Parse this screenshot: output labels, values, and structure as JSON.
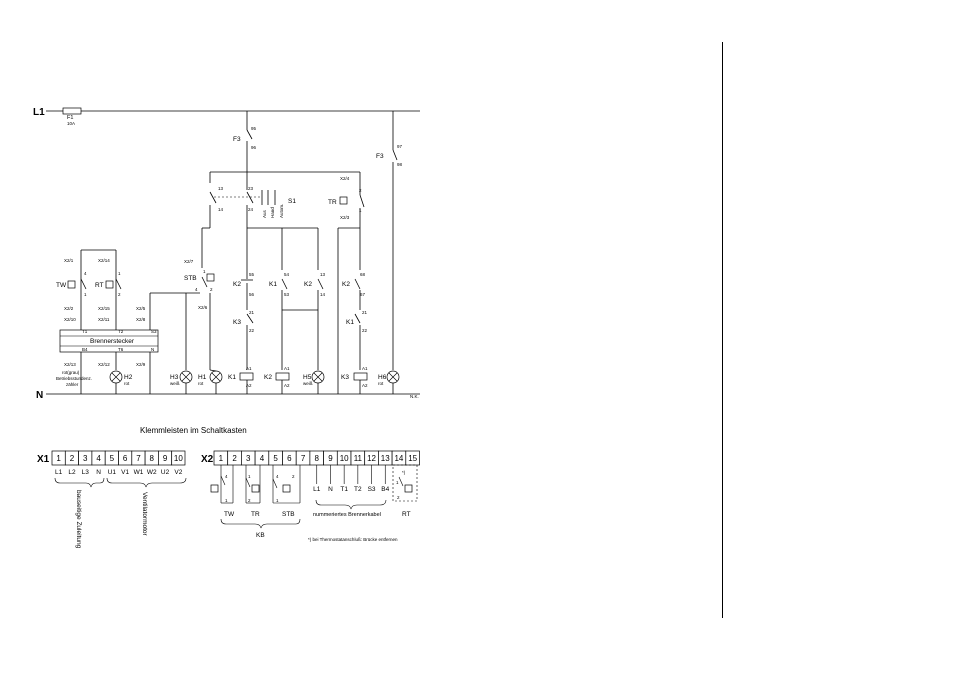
{
  "rails": {
    "l1": "L1",
    "n": "N"
  },
  "fuse": {
    "name": "F1",
    "rating": "10A"
  },
  "contacts": {
    "f3": {
      "name": "F3",
      "t1": "95",
      "t2": "96"
    },
    "f3b": {
      "name": "F3",
      "t1": "97",
      "t2": "98"
    },
    "k_13": "13",
    "k_14": "14",
    "k_23": "23",
    "k_24": "24",
    "s1": "S1",
    "s1_a": "Aus",
    "s1_b": "Hand",
    "s1_c": "Autom.",
    "x2_4": "X2/4",
    "x2_3": "X2/3",
    "tr": "TR",
    "tr_2": "2",
    "tr_1": "1",
    "x2_7": "X2/7",
    "stb": "STB",
    "stb_1": "1",
    "stb_4": "4",
    "stb_2": "2",
    "x2_6": "X2/6",
    "k2_a": "K2",
    "k2_a_55": "55",
    "k2_a_56": "56",
    "k1_a": "K1",
    "k1_a_54": "54",
    "k1_a_53": "53",
    "k2_b": "K2",
    "k2_b_13": "13",
    "k2_b_14": "14",
    "k2_c": "K2",
    "k2_c_68": "68",
    "k2_c_67": "67",
    "k3_a": "K3",
    "k3_a_21": "21",
    "k3_a_22": "22",
    "k1_b": "K1",
    "k1_b_21": "21",
    "k1_b_22": "22"
  },
  "left_block": {
    "x2_1": "X2/1",
    "x2_14": "X2/14",
    "tw": "TW",
    "tw_4": "4",
    "tw_1": "1",
    "rt": "RT",
    "rt_1": "1",
    "rt_2": "2",
    "x2_2": "X2/2",
    "x2_15": "X2/15",
    "x2_5": "X2/5",
    "x2_10": "X2/10",
    "x2_11": "X2/11",
    "x2_8": "X2/8",
    "brennerstecker": "Brennerstecker",
    "x2_13": "X2/13",
    "x2_12": "X2/12",
    "x2_9": "X2/9",
    "pin_t1": "T1",
    "pin_t2": "T2",
    "pin_s3": "S3",
    "pin_b4": "B4",
    "pin_t6": "T6",
    "pin_n": "N",
    "note1": "rot(grau)",
    "note2": "Betriebsstundenz.",
    "note3": "zähler"
  },
  "loads": {
    "h2": "H2",
    "h2_col": "rot",
    "h3": "H3",
    "h3_col": "weiß",
    "h1": "H1",
    "h1_col": "rot",
    "k1": "K1",
    "k2": "K2",
    "h5": "H5",
    "h5_col": "weiß",
    "k3": "K3",
    "h6": "H6",
    "h6_col": "rot",
    "a1": "A1",
    "a2": "A2",
    "note": "N.K."
  },
  "terminals": {
    "title": "Klemmleisten im Schaltkasten",
    "x1_label": "X1",
    "x1_numbers": [
      "1",
      "2",
      "3",
      "4",
      "5",
      "6",
      "7",
      "8",
      "9",
      "10"
    ],
    "x1_signals": [
      "L1",
      "L2",
      "L3",
      "N",
      "U1",
      "V1",
      "W1",
      "W2",
      "U2",
      "V2"
    ],
    "x1_group1": "bauseitige Zuleitung",
    "x1_group2": "Ventilatormotor",
    "x2_label": "X2",
    "x2_numbers": [
      "1",
      "2",
      "3",
      "4",
      "5",
      "6",
      "7",
      "8",
      "9",
      "10",
      "11",
      "12",
      "13",
      "14",
      "15"
    ],
    "x2_signals": [
      "",
      "",
      "",
      "",
      "",
      "",
      "",
      "L1",
      "N",
      "T1",
      "T2",
      "S3",
      "B4",
      "",
      ""
    ],
    "x2_tw": "TW",
    "x2_tr": "TR",
    "x2_stb": "STB",
    "x2_kb": "KB",
    "x2_burner": "nummeriertes Brennerkabel",
    "x2_rt": "RT",
    "footnote": "*) bei Thermostatanschluß: Brücke entfernen"
  }
}
